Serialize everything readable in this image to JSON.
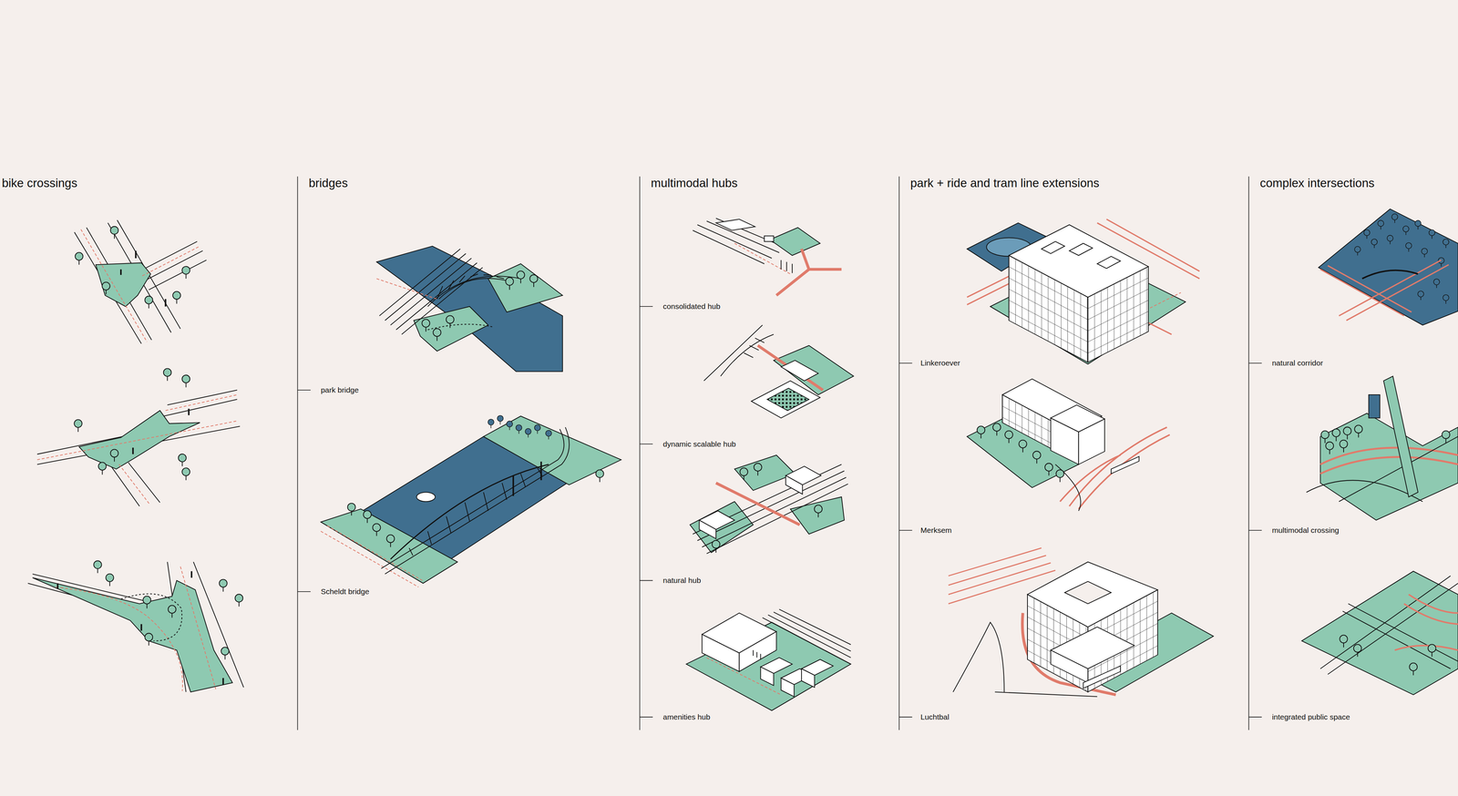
{
  "diagram": {
    "labels": [
      "bike crossings",
      "bridges",
      "park bridge",
      "Scheldt bridge",
      "multimodal hubs",
      "consolidated hub",
      "dynamic scalable hub",
      "natural hub",
      "amenities hub",
      "park + ride and tram line extensions",
      "Linkeroever",
      "Merksem",
      "Luchtbal",
      "complex intersections",
      "natural corridor",
      "multimodal crossing",
      "integrated public space"
    ]
  }
}
